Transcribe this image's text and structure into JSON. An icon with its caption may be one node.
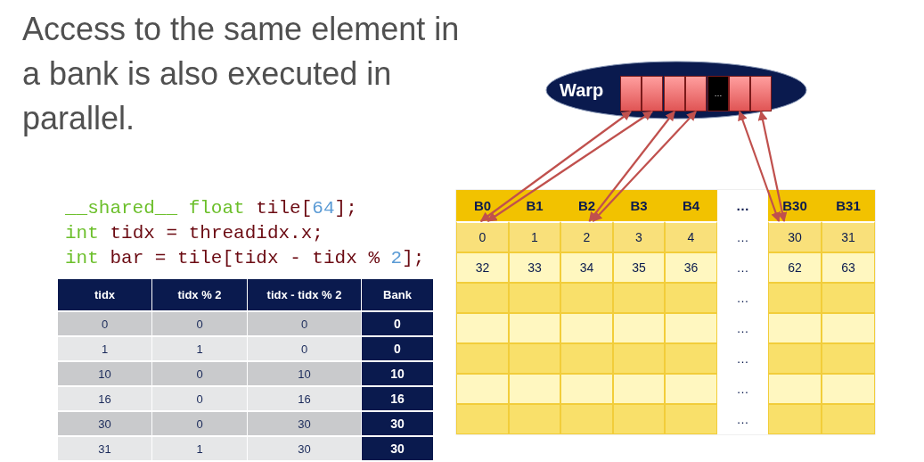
{
  "diagram": {
    "title": "Access to the same element in a bank is also executed in parallel.",
    "nodes": [
      {
        "text": [
          "Warp"
        ]
      },
      {
        "text": [],
        "shape": "box",
        "in": 0
      },
      {
        "text": [],
        "shape": "box",
        "in": 0
      },
      {
        "text": [],
        "shape": "box",
        "in": 0
      },
      {
        "text": [],
        "shape": "box",
        "in": 0
      },
      {
        "text": [
          "…"
        ],
        "in": 0
      },
      {
        "text": [],
        "shape": "box",
        "in": 0
      },
      {
        "text": [],
        "shape": "box",
        "in": 0
      },
      {
        "text": [
          "0"
        ]
      },
      {
        "text": [
          "1"
        ]
      },
      {
        "text": [
          "2"
        ]
      },
      {
        "text": [
          "3"
        ]
      },
      {
        "text": [
          "4"
        ]
      },
      {
        "text": [
          "30"
        ]
      },
      {
        "text": [
          "31"
        ]
      }
    ],
    "edges": [
      {
        "from": 1,
        "to": 8,
        "arrow": "both"
      },
      {
        "from": 2,
        "to": 8,
        "arrow": "both"
      },
      {
        "from": 3,
        "to": 10,
        "arrow": "both"
      },
      {
        "from": 4,
        "to": 10,
        "arrow": "both"
      },
      {
        "from": 6,
        "to": 13,
        "arrow": "both"
      },
      {
        "from": 7,
        "to": 13,
        "arrow": "both"
      }
    ],
    "labels": [
      "__shared__ float tile[64];",
      "int tidx = threadidx.x;",
      "int bar = tile[tidx - tidx % 2];",
      "tidx",
      "tidx % 2",
      "tidx - tidx % 2",
      "Bank",
      "0",
      "0",
      "0",
      "0",
      "1",
      "1",
      "0",
      "0",
      "10",
      "0",
      "10",
      "10",
      "16",
      "0",
      "16",
      "16",
      "30",
      "0",
      "30",
      "30",
      "31",
      "1",
      "30",
      "30",
      "B0",
      "B1",
      "B2",
      "B3",
      "B4",
      "…",
      "B30",
      "B31",
      "…",
      "32",
      "33",
      "34",
      "35",
      "36",
      "…",
      "62",
      "63",
      "…",
      "…",
      "…",
      "…",
      "…"
    ]
  }
}
